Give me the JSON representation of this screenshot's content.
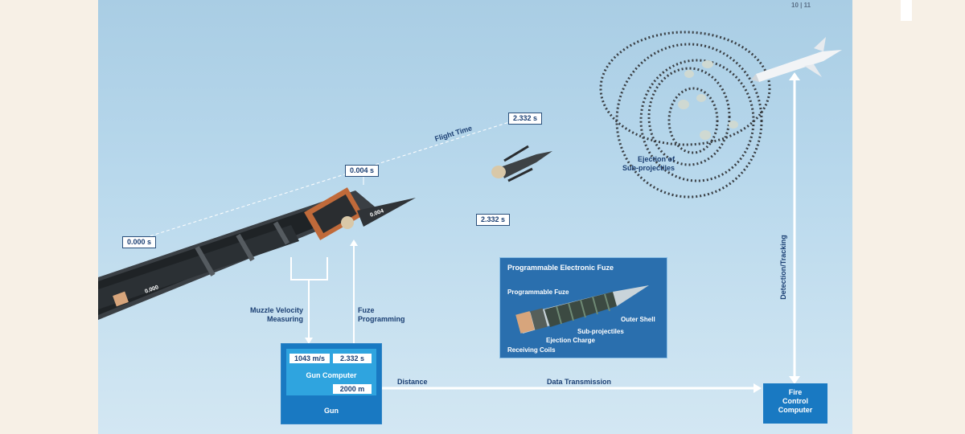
{
  "page_number": "10 | 11",
  "timestamps": {
    "t0": "0.000 s",
    "t1": "0.004 s",
    "t2_top": "2.332 s",
    "t2_bottom": "2.332 s",
    "on_projectile_1": "0.000",
    "on_projectile_2": "0.004"
  },
  "labels": {
    "flight_time": "Flight Time",
    "ejection": "Ejection of\nSub-projectiles",
    "muzzle_velocity": "Muzzle Velocity\nMeasuring",
    "fuze_programming": "Fuze\nProgramming",
    "detection_tracking": "Detection/Tracking",
    "distance": "Distance",
    "data_transmission": "Data Transmission"
  },
  "gun": {
    "velocity": "1043 m/s",
    "time": "2.332 s",
    "computer_label": "Gun Computer",
    "distance": "2000 m",
    "label": "Gun"
  },
  "fire_control": {
    "label": "Fire\nControl\nComputer"
  },
  "fuze_panel": {
    "title": "Programmable Electronic Fuze",
    "programmable_fuze": "Programmable Fuze",
    "outer_shell": "Outer Shell",
    "sub_projectiles": "Sub-projectiles",
    "ejection_charge": "Ejection Charge",
    "receiving_coils": "Receiving Coils"
  },
  "colors": {
    "sky_top": "#a9cde4",
    "box_blue": "#1979c2",
    "computer_blue": "#2fa4df",
    "text_navy": "#1b3f73"
  }
}
